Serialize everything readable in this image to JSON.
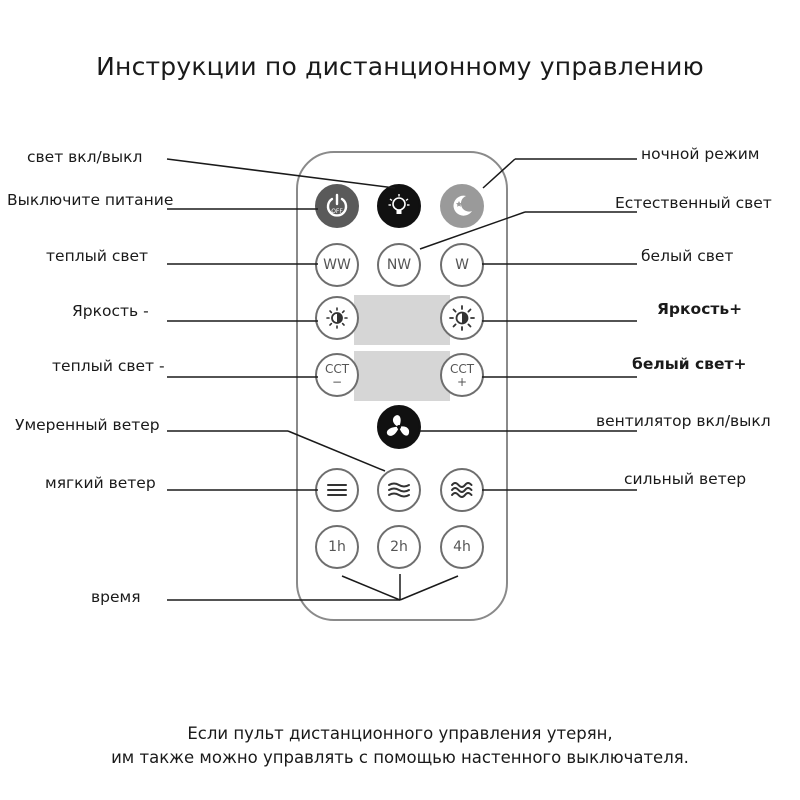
{
  "title": "Инструкции по дистанционному управлению",
  "labels_left": {
    "light_onoff": "свет вкл/выкл",
    "power_off": "Выключите питание",
    "warm_light": "теплый свет",
    "brightness_minus": "Яркость -",
    "warm_light_minus": "теплый свет -",
    "moderate_wind": "Умеренный ветер",
    "soft_wind": "мягкий ветер",
    "time": "время"
  },
  "labels_right": {
    "night_mode": "ночной режим",
    "natural_light": "Естественный свет",
    "white_light": "белый свет",
    "brightness_plus": "Яркость+",
    "white_light_plus": "белый свет+",
    "fan_onoff": "вентилятор вкл/выкл",
    "strong_wind": "сильный ветер"
  },
  "buttons": {
    "off": "OFF",
    "ww": "WW",
    "nw": "NW",
    "w": "W",
    "cct": "CCT",
    "minus": "−",
    "plus": "+",
    "t1": "1h",
    "t2": "2h",
    "t4": "4h"
  },
  "icons": [
    "power-icon",
    "bulb-icon",
    "moon-icon",
    "sun-dim-icon",
    "sun-bright-icon",
    "fan-icon",
    "wind-low-icon",
    "wind-medium-icon",
    "wind-high-icon"
  ],
  "footer": {
    "line1": "Если пульт дистанционного управления утерян,",
    "line2": "им также можно управлять с помощью настенного выключателя."
  }
}
